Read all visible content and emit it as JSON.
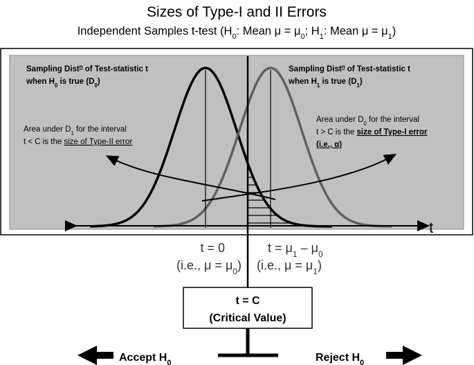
{
  "header": {
    "title": "Sizes of Type-I and II Errors",
    "subtitle": {
      "p1": "Independent Samples t-test (H",
      "s1": "0",
      "p2": ": Mean μ = μ",
      "s2": "0",
      "p3": "; H",
      "s3": "1",
      "p4": ": Mean μ = μ",
      "s4": "1",
      "p5": ")"
    }
  },
  "panel": {
    "background": "#c0c0c0",
    "d0_label": {
      "l1a": "Sampling Dist",
      "l1sup": "n",
      "l1b": " of Test-statistic t",
      "l2a": "when H",
      "l2sub": "0",
      "l2b": " is true (D",
      "l2sub2": "0",
      "l2c": ")"
    },
    "d1_label": {
      "l1a": "Sampling Dist",
      "l1sup": "n",
      "l1b": " of Test-statistic t",
      "l2a": "when H",
      "l2sub": "1",
      "l2b": " is true (D",
      "l2sub2": "1",
      "l2c": ")"
    },
    "type2_note": {
      "l1a": "Area under D",
      "l1sub": "1",
      "l1b": " for the interval",
      "l2a": "t < C is the ",
      "l2u": "size of Type-II error"
    },
    "type1_note": {
      "l1a": "Area under D",
      "l1sub": "0",
      "l1b": " for the interval",
      "l2a": "t > C is the ",
      "l2u": "size of Type-I error",
      "l3": "(i.e., α)"
    },
    "axis_label": "t"
  },
  "below": {
    "t0": {
      "l1": "t = 0",
      "l2a": "(i.e., μ = μ",
      "l2sub": "0",
      "l2b": ")"
    },
    "t1": {
      "l1a": "t = μ",
      "l1sub": "1",
      "l1b": " – μ",
      "l1sub2": "0",
      "l2a": "(i.e., μ = μ",
      "l2sub": "1",
      "l2b": ")"
    }
  },
  "critical_box": {
    "line1": "t = C",
    "line2": "(Critical Value)"
  },
  "decision": {
    "accept": {
      "a": "Accept H",
      "sub": "0"
    },
    "reject": {
      "a": "Reject H",
      "sub": "0"
    }
  },
  "colors": {
    "d0_curve": "#000000",
    "d1_curve": "#606060",
    "arrows": "#000000"
  }
}
